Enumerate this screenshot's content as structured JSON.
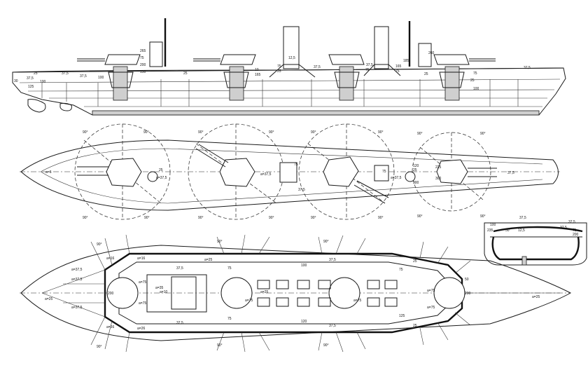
{
  "profile": {
    "labels": [
      {
        "t": "30"
      },
      {
        "t": "37,5"
      },
      {
        "t": "125"
      },
      {
        "t": "100"
      },
      {
        "t": "37,5"
      },
      {
        "t": "25"
      },
      {
        "t": "37,5"
      },
      {
        "t": "265"
      },
      {
        "t": "100"
      },
      {
        "t": "75"
      },
      {
        "t": "200"
      },
      {
        "t": "150"
      },
      {
        "t": "25"
      },
      {
        "t": "10"
      },
      {
        "t": "165"
      },
      {
        "t": "75"
      },
      {
        "t": "25"
      },
      {
        "t": "37,5"
      },
      {
        "t": "12,5"
      },
      {
        "t": "75"
      },
      {
        "t": "37,5"
      },
      {
        "t": "165"
      },
      {
        "t": "75"
      },
      {
        "t": "25"
      },
      {
        "t": "185"
      },
      {
        "t": "260"
      },
      {
        "t": "75"
      },
      {
        "t": "37,5"
      },
      {
        "t": "25"
      },
      {
        "t": "100"
      }
    ]
  },
  "plan_turrets": {
    "labels": [
      {
        "t": "90°"
      },
      {
        "t": "90°"
      },
      {
        "t": "90°"
      },
      {
        "t": "90°"
      },
      {
        "t": "90°"
      },
      {
        "t": "90°"
      },
      {
        "t": "90°"
      },
      {
        "t": "90°"
      },
      {
        "t": "90°"
      },
      {
        "t": "90°"
      },
      {
        "t": "90°"
      },
      {
        "t": "90°"
      },
      {
        "t": "90°"
      },
      {
        "t": "90°"
      },
      {
        "t": "90°"
      },
      {
        "t": "90°"
      },
      {
        "t": "a=6"
      },
      {
        "t": "a=37,5"
      },
      {
        "t": "a=37,5"
      },
      {
        "t": "a=37,5"
      },
      {
        "t": "25"
      },
      {
        "t": "25"
      },
      {
        "t": "75"
      },
      {
        "t": "37,5"
      },
      {
        "t": "225"
      },
      {
        "t": "300"
      },
      {
        "t": "120"
      },
      {
        "t": "300"
      },
      {
        "t": "75"
      },
      {
        "t": "37,5"
      }
    ]
  },
  "section": {
    "labels": [
      {
        "t": "37,5"
      },
      {
        "t": "37,5"
      },
      {
        "t": "100"
      },
      {
        "t": "37,5"
      },
      {
        "t": "235"
      },
      {
        "t": "50"
      },
      {
        "t": "75"
      },
      {
        "t": "200"
      },
      {
        "t": "12,5"
      }
    ]
  },
  "armor_deck": {
    "labels": [
      {
        "t": "a=37,5"
      },
      {
        "t": "a=37,5"
      },
      {
        "t": "a=37,5"
      },
      {
        "t": "a=25"
      },
      {
        "t": "a=25"
      },
      {
        "t": "a=75"
      },
      {
        "t": "a=10"
      },
      {
        "t": "a=75"
      },
      {
        "t": "a=75"
      },
      {
        "t": "a=25"
      },
      {
        "t": "a=75"
      },
      {
        "t": "37,5"
      },
      {
        "t": "37,5"
      },
      {
        "t": "75"
      },
      {
        "t": "75"
      },
      {
        "t": "200"
      },
      {
        "t": "200"
      },
      {
        "t": "100"
      },
      {
        "t": "120"
      },
      {
        "t": "50"
      },
      {
        "t": "a=35"
      },
      {
        "t": "a=25"
      },
      {
        "t": "a=16"
      },
      {
        "t": "a=75"
      },
      {
        "t": "a=16"
      },
      {
        "t": "37,5"
      },
      {
        "t": "37,5"
      },
      {
        "t": "75"
      },
      {
        "t": "125"
      },
      {
        "t": "a=16"
      },
      {
        "t": "a=26"
      },
      {
        "t": "a=75"
      },
      {
        "t": "25"
      },
      {
        "t": "25"
      },
      {
        "t": "90°"
      },
      {
        "t": "90°"
      },
      {
        "t": "90°"
      },
      {
        "t": "90°"
      },
      {
        "t": "90°"
      },
      {
        "t": "90°"
      }
    ]
  }
}
